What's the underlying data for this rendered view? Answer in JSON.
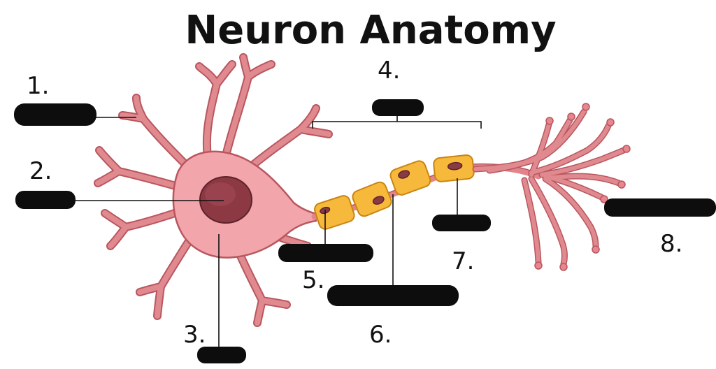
{
  "title": "Neuron Anatomy",
  "labels": {
    "n1": "1.",
    "n2": "2.",
    "n3": "3.",
    "n4": "4.",
    "n5": "5.",
    "n6": "6.",
    "n7": "7.",
    "n8": "8."
  },
  "colors": {
    "cell_body": "#f2a5ab",
    "cell_outline": "#b9565f",
    "nucleus": "#8c3943",
    "myelin": "#f6b93b",
    "redaction": "#0d0d0d"
  }
}
